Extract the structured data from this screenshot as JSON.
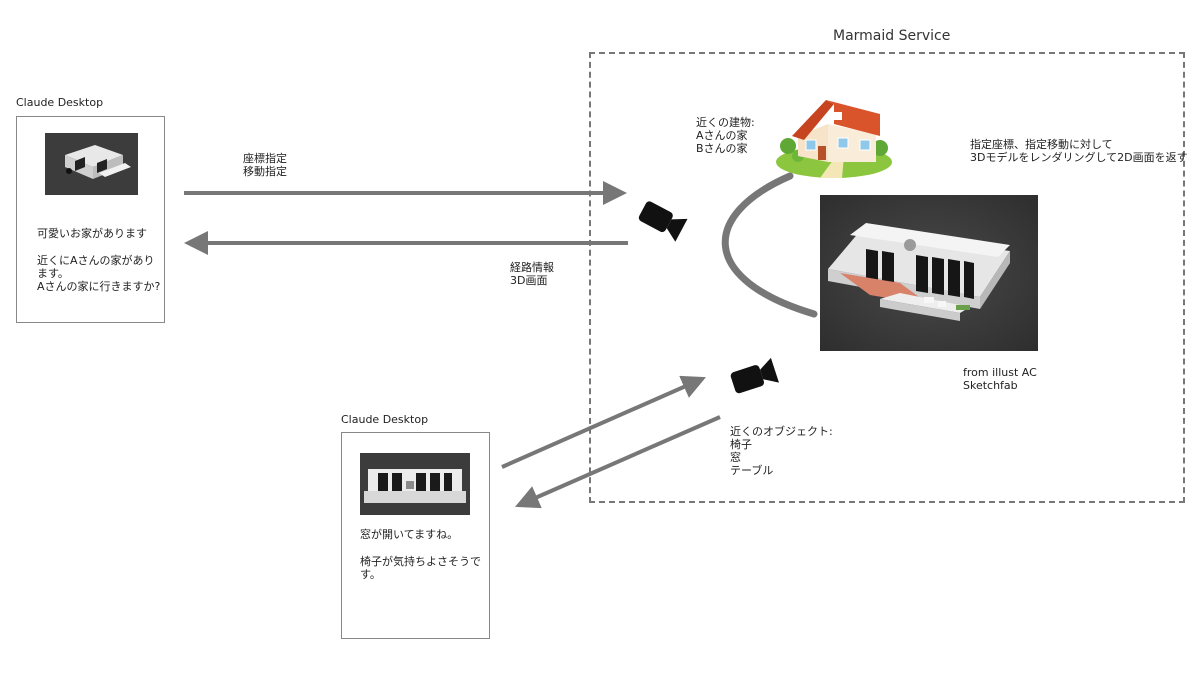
{
  "service": {
    "title": "Marmaid Service"
  },
  "client_top": {
    "title": "Claude Desktop",
    "message_1": "可愛いお家があります",
    "message_2": "近くにAさんの家があります。",
    "message_3": "Aさんの家に行きますか?"
  },
  "client_bottom": {
    "title": "Claude Desktop",
    "message_1": "窓が開いてますね。",
    "message_2": "椅子が気持ちよさそうで",
    "message_3": "す。"
  },
  "arrows": {
    "request_line1": "座標指定",
    "request_line2": "移動指定",
    "response_line1": "経路情報",
    "response_line2": "3D画面"
  },
  "nearby_buildings": {
    "heading": "近くの建物:",
    "item1": "Aさんの家",
    "item2": "Bさんの家"
  },
  "render_note": {
    "line1": "指定座標、指定移動に対して",
    "line2": "3Dモデルをレンダリングして2D画面を返す"
  },
  "credit": {
    "line1": "from illust AC",
    "line2": "Sketchfab"
  },
  "nearby_objects": {
    "heading": "近くのオブジェクト:",
    "item1": "椅子",
    "item2": "窓",
    "item3": "テーブル"
  },
  "colors": {
    "arrow": "#777777",
    "scene_bg": "#3c3c3c",
    "roof": "#d9532b",
    "grass": "#8cc63f"
  }
}
